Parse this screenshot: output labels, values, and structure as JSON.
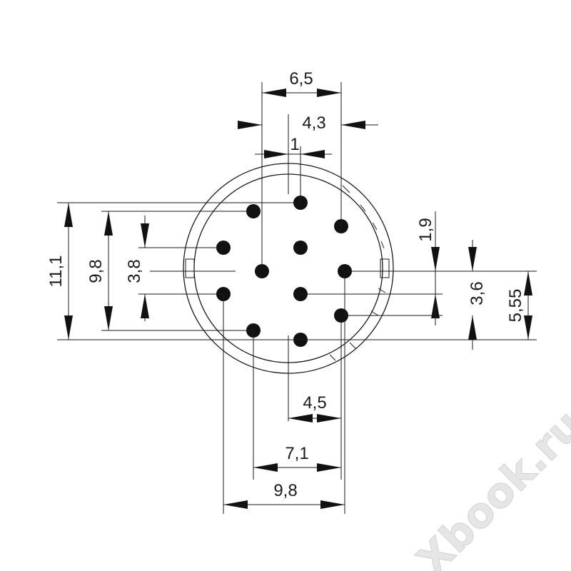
{
  "dimensions": {
    "top": [
      "6,5",
      "4,3",
      "1"
    ],
    "left": [
      "11,1",
      "9,8",
      "3,8"
    ],
    "right": [
      "1,9",
      "3,6",
      "5,55"
    ],
    "bottom": [
      "4,5",
      "7,1",
      "9,8"
    ]
  },
  "watermark": "Xbook.ru",
  "colors": {
    "line": "#1a1a1a",
    "pin": "#111111",
    "watermark": "#e6e6e6"
  }
}
